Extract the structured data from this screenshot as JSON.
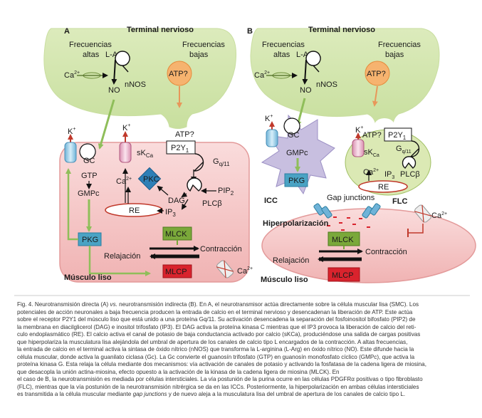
{
  "panel_a": {
    "letter": "A",
    "terminal": "Terminal nervioso",
    "freq_high_1": "Frecuencias",
    "freq_high_2": "altas",
    "larg": "L-Arg",
    "freq_low_1": "Frecuencias",
    "freq_low_2": "bajas",
    "ca": "Ca",
    "sup2plus": "2+",
    "no": "NO",
    "nnos": "nNOS",
    "atp_q": "ATP?",
    "kplus": "K",
    "plus": "+",
    "gc": "GC",
    "gtp": "GTP",
    "gmpc": "GMPc",
    "sk": "sK",
    "ca_sub": "Ca",
    "p2y1": "P2Y",
    "sub1": "1",
    "gq": "G",
    "gq_sub": "q/11",
    "pkc": "PKC",
    "dag": "DAG",
    "pip": "PIP",
    "sub2": "2",
    "plcb": "PLCβ",
    "re": "RE",
    "ip": "IP",
    "sub3": "3",
    "pkg": "PKG",
    "mlck": "MLCK",
    "relax": "Relajación",
    "contr": "Contracción",
    "mlcp": "MLCP",
    "musculo": "Músculo liso",
    "colors": {
      "nerve": "#cfe3a8",
      "muscle": "#f6c7c7",
      "pkg": "#4aa3c4",
      "pkc": "#2e7fb6",
      "mlck": "#7aa83a",
      "mlcp": "#d9232d",
      "arrow_green": "#8fbe5a",
      "arrow_orange": "#e8975a"
    }
  },
  "panel_b": {
    "letter": "B",
    "terminal": "Terminal nervioso",
    "freq_high_1": "Frecuencias",
    "freq_high_2": "altas",
    "larg": "L-Arg",
    "freq_low_1": "Frecuencias",
    "freq_low_2": "bajas",
    "ca": "Ca",
    "sup2plus": "2+",
    "no": "NO",
    "nnos": "nNOS",
    "atp_q": "ATP?",
    "kplus": "K",
    "plus": "+",
    "gc": "GC",
    "gmpc": "GMPc",
    "pkg": "PKG",
    "icc": "ICC",
    "flc": "FLC",
    "p2y1": "P2Y",
    "sub1": "1",
    "gq": "G",
    "gq_sub": "q/11",
    "sk": "sK",
    "ca_sub": "Ca",
    "ip": "IP",
    "sub3": "3",
    "plcb": "PLCβ",
    "re": "RE",
    "gap": "Gap junctions",
    "hiper": "Hiperpolarización",
    "mlck": "MLCK",
    "relax": "Relajación",
    "contr": "Contracción",
    "mlcp": "MLCP",
    "musculo": "Músculo liso",
    "colors": {
      "icc": "#c8bfe0",
      "flc": "#dbe9b4"
    }
  },
  "caption": {
    "lines": [
      [
        "Fig. 4. Neurotransmisión directa (A) ",
        "vs.",
        " neurotransmisión indirecta (B). En A, el neurotransmisor actúa directamente sobre la célula muscular lisa (SMC). Los"
      ],
      [
        "potenciales de acción neuronales a baja frecuencia producen la entrada de calcio en el terminal nervioso y desencadenan la liberación de ATP. Este actúa"
      ],
      [
        "sobre el receptor P2Y1 del músculo liso que está unido a una proteína Gq/11. Su activación desencadena la separación del fosfoinositol bifosfato (PIP2) de"
      ],
      [
        "la membrana en diacilglicerol (DAG) e inositol trifosfato (IP3). El DAG activa la proteína kinasa C mientras que el IP3 provoca la liberación de calcio del reti-"
      ],
      [
        "culo endoplasmático (RE). El calcio activa el canal de potasio de baja conductancia activado por calcio (sKCa), produciéndose una salida de cargas positivas"
      ],
      [
        "que hiperpolariza la musculatura lisa alejándola del umbral de apertura de los canales de calcio tipo L encargados de la contracción. A altas frecuencias,"
      ],
      [
        "la entrada de calcio en el terminal activa la sintasa de óxido nítrico (nNOS) que transforma la L-arginina (L-Arg) en óxido nítrico (NO). Este difunde hacia la"
      ],
      [
        "célula muscular, donde activa la guanilato ciclasa (Gc). La Gc convierte el guanosín trifosfato (GTP) en guanosín monofosfato  cíclico (GMPc), que activa la"
      ],
      [
        "proteína kinasa G. Esta relaja la célula mediante dos mecanismos: vía activación de canales de potasio y activando la fosfatasa de la cadena ligera de miosina,"
      ],
      [
        "que desacopla la unión actina-miosina, efecto opuesto a la activación de la kinasa de la cadena ligera de miosina (MLCK). En"
      ],
      [
        "el caso de B, la neurotransmisión es mediada por células intersticiales. La vía postunión de la purina ocurre en las células PDGFRα positivas o tipo fibroblasto"
      ],
      [
        "(FLC), mientras que la vía postunión de la neurotransmisión nitrérgica se da en las ICCs. Posteriormente, la hiperpolarización en ambas células intersticiales"
      ],
      [
        "es transmitida a la célula muscular mediante ",
        "gap junctions",
        " y de nuevo aleja a la musculatura lisa del umbral de apertura de los canales de calcio tipo L."
      ]
    ]
  }
}
